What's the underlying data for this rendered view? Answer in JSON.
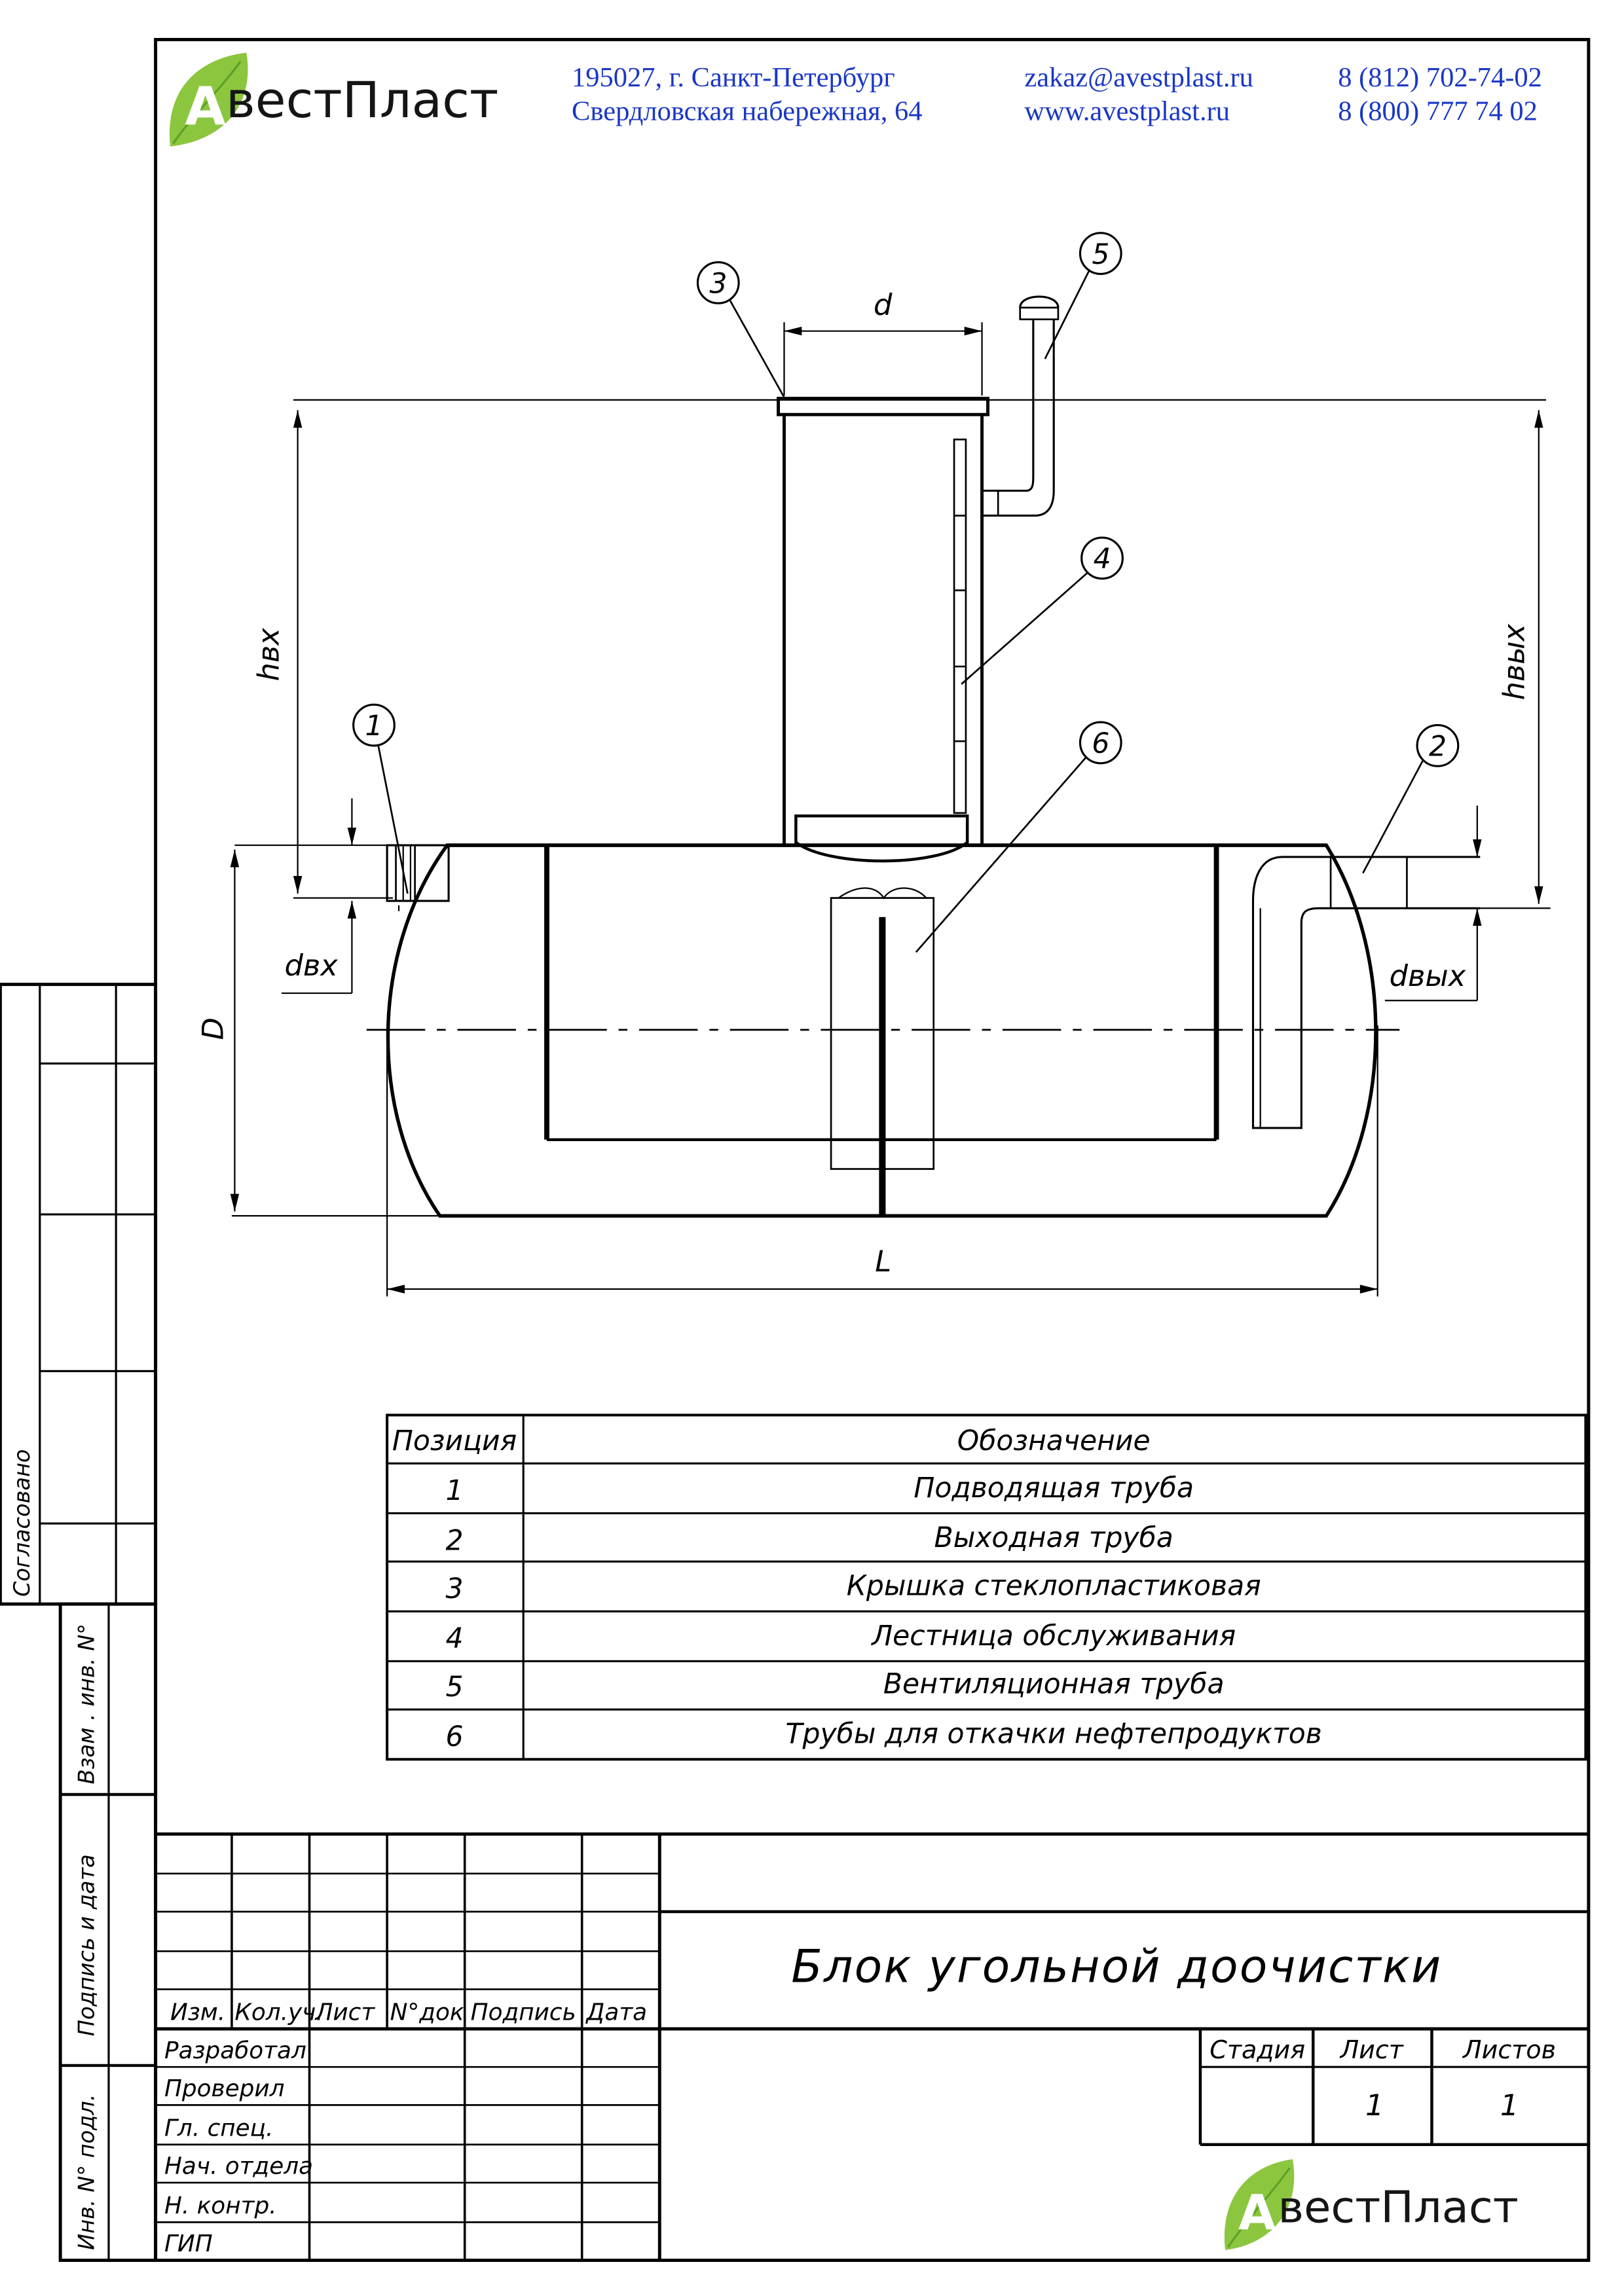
{
  "header": {
    "logo_letter": "А",
    "logo_text": "вестПласт",
    "address_line1": "195027, г. Санкт-Петербург",
    "address_line2": "Свердловская набережная, 64",
    "email": "zakaz@avestplast.ru",
    "website": "www.avestplast.ru",
    "phone1": "8 (812) 702-74-02",
    "phone2": "8 (800) 777 74 02"
  },
  "colors": {
    "brand_blue": "#1a37c4",
    "leaf_green": "#8cc63f",
    "leaf_dark": "#5fa128"
  },
  "drawing": {
    "callouts": [
      "1",
      "2",
      "3",
      "4",
      "5",
      "6"
    ],
    "dims": {
      "d": "d",
      "h_in": "hвх",
      "h_out": "hвых",
      "d_in": "dвх",
      "d_out": "dвых",
      "D": "D",
      "L": "L"
    }
  },
  "spec_table": {
    "headers": [
      "Позиция",
      "Обозначение"
    ],
    "rows": [
      [
        "1",
        "Подводящая труба"
      ],
      [
        "2",
        "Выходная труба"
      ],
      [
        "3",
        "Крышка стеклопластиковая"
      ],
      [
        "4",
        "Лестница обслуживания"
      ],
      [
        "5",
        "Вентиляционная труба"
      ],
      [
        "6",
        "Трубы для откачки нефтепродуктов"
      ]
    ]
  },
  "side_stamps": {
    "agreed": "Согласовано",
    "inv_sub": "Взам . инв. N°",
    "sign_date": "Подпись и дата",
    "inv_orig": "Инв. N° подл."
  },
  "title_block": {
    "title": "Блок угольной доочистки",
    "rev_headers": [
      "Изм.",
      "Кол.уч.",
      "Лист",
      "N°док",
      "Подпись",
      "Дата"
    ],
    "roles": [
      "Разработал",
      "Проверил",
      "Гл. спец.",
      "Нач. отдела",
      "Н. контр.",
      "ГИП"
    ],
    "stage_label": "Стадия",
    "sheet_label": "Лист",
    "sheets_label": "Листов",
    "sheet_value": "1",
    "sheets_value": "1",
    "logo_letter": "А",
    "logo_text": "вестПласт"
  }
}
